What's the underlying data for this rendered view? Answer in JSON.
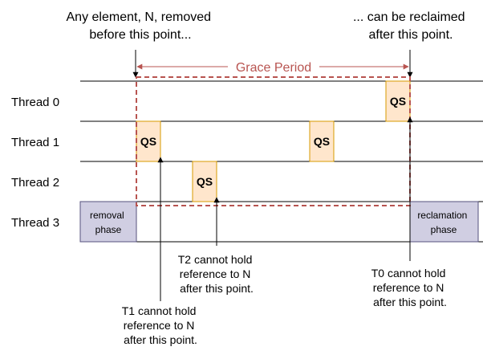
{
  "annotations": {
    "left_top": [
      "Any element, N, removed",
      "before this point..."
    ],
    "right_top": [
      "... can be reclaimed",
      "after this point."
    ],
    "t1_note": [
      "T1 cannot hold",
      "reference to N",
      "after this point."
    ],
    "t2_note": [
      "T2 cannot hold",
      "reference to N",
      "after this point."
    ],
    "t0_note": [
      "T0 cannot hold",
      "reference to N",
      "after this point."
    ]
  },
  "grace_period_label": "Grace Period",
  "threads": [
    {
      "label": "Thread 0"
    },
    {
      "label": "Thread 1"
    },
    {
      "label": "Thread 2"
    },
    {
      "label": "Thread 3"
    }
  ],
  "qs_label": "QS",
  "phases": {
    "removal": [
      "removal",
      "phase"
    ],
    "reclamation": [
      "reclamation",
      "phase"
    ]
  },
  "colors": {
    "qs_fill": "#ffe6cc",
    "qs_stroke": "#d79b00",
    "phase_fill": "#d0cee2",
    "phase_stroke": "#56517e",
    "grace": "#b85450",
    "line": "#000000"
  }
}
